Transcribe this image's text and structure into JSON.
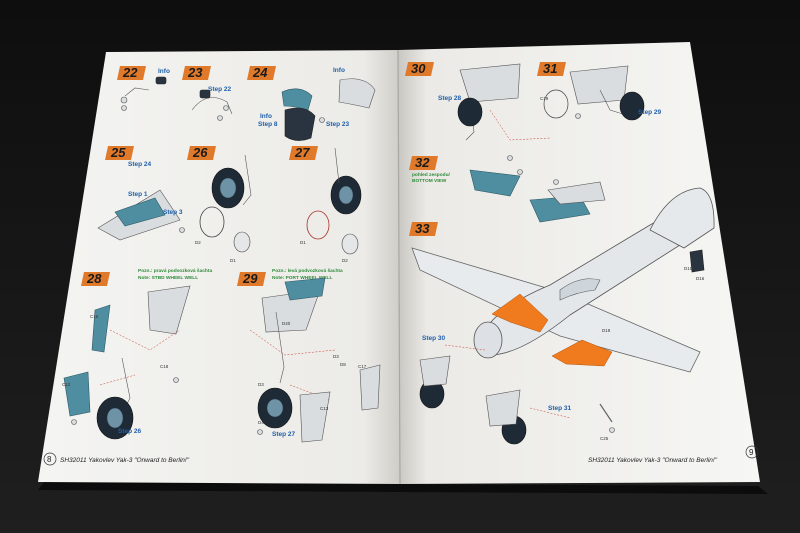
{
  "left_page": {
    "steps": [
      "22",
      "23",
      "24",
      "25",
      "26",
      "27",
      "28",
      "29"
    ],
    "info_labels": [
      "Info",
      "Info",
      "Info"
    ],
    "step_refs": [
      "Step 22",
      "Step 8",
      "Step 23",
      "Step 24",
      "Step 1",
      "Step 3",
      "Step 26",
      "Step 27"
    ],
    "parts": [
      "C16",
      "C12",
      "C18",
      "D3",
      "D4",
      "D40",
      "D3",
      "D8",
      "C17",
      "C13",
      "D1",
      "D2",
      "D2",
      "D1"
    ],
    "note_stbd_cz": "Pozn.: pravá podvozková šachta",
    "note_stbd_en": "Note: STBD WHEEL WELL",
    "note_port_cz": "Pozn.: levá podvozková šachta",
    "note_port_en": "Note: PORT WHEEL WELL",
    "page_number": "8",
    "footer": "SH32011  Yakovlev Yak-3 \"Onward to Berlin!\""
  },
  "right_page": {
    "steps": [
      "30",
      "31",
      "32",
      "33"
    ],
    "step_refs": [
      "Step 28",
      "Step 29",
      "Step 30",
      "Step 31"
    ],
    "parts": [
      "C19",
      "D18",
      "C25",
      "D15",
      "D16"
    ],
    "note_cz": "pohled zespodu/",
    "note_en": "BOTTOM VIEW",
    "page_number": "9",
    "footer": "SH32011  Yakovlev Yak-3 \"Onward to Berlin!\""
  }
}
